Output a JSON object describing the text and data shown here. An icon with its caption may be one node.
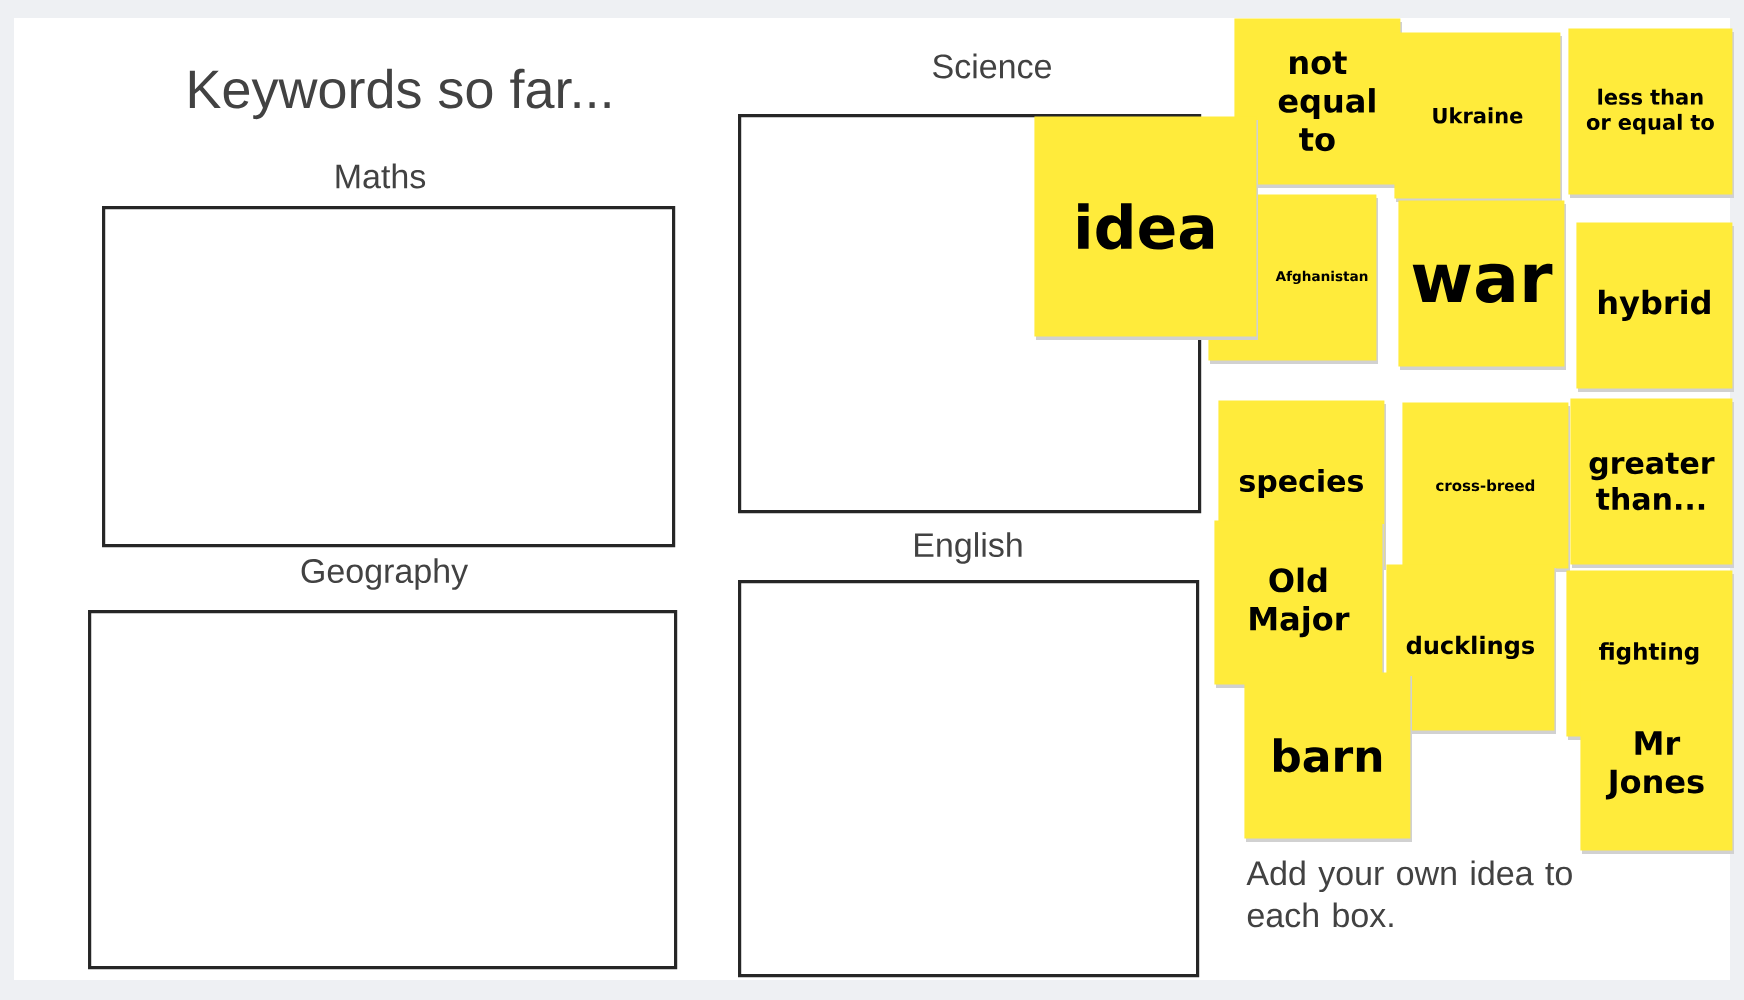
{
  "diagram": {
    "title": "Keywords so far...",
    "nodes": [
      {
        "text": [
          "Maths"
        ]
      },
      {
        "text": [
          "Science"
        ]
      },
      {
        "text": [
          "Geography"
        ]
      },
      {
        "text": [
          "English"
        ]
      },
      {
        "text": [
          "not equal to"
        ]
      },
      {
        "text": [
          "Ukraine"
        ]
      },
      {
        "text": [
          "less than or equal to"
        ]
      },
      {
        "text": [
          "Afghanistan"
        ]
      },
      {
        "text": [
          "idea"
        ]
      },
      {
        "text": [
          "war"
        ]
      },
      {
        "text": [
          "hybrid"
        ]
      },
      {
        "text": [
          "species"
        ]
      },
      {
        "text": [
          "cross-breed"
        ]
      },
      {
        "text": [
          "greater than..."
        ]
      },
      {
        "text": [
          "Old Major"
        ]
      },
      {
        "text": [
          "ducklings"
        ]
      },
      {
        "text": [
          "fighting"
        ]
      },
      {
        "text": [
          "barn"
        ]
      },
      {
        "text": [
          "Mr Jones"
        ]
      }
    ],
    "labels": [
      "Add your own idea to each box."
    ]
  }
}
